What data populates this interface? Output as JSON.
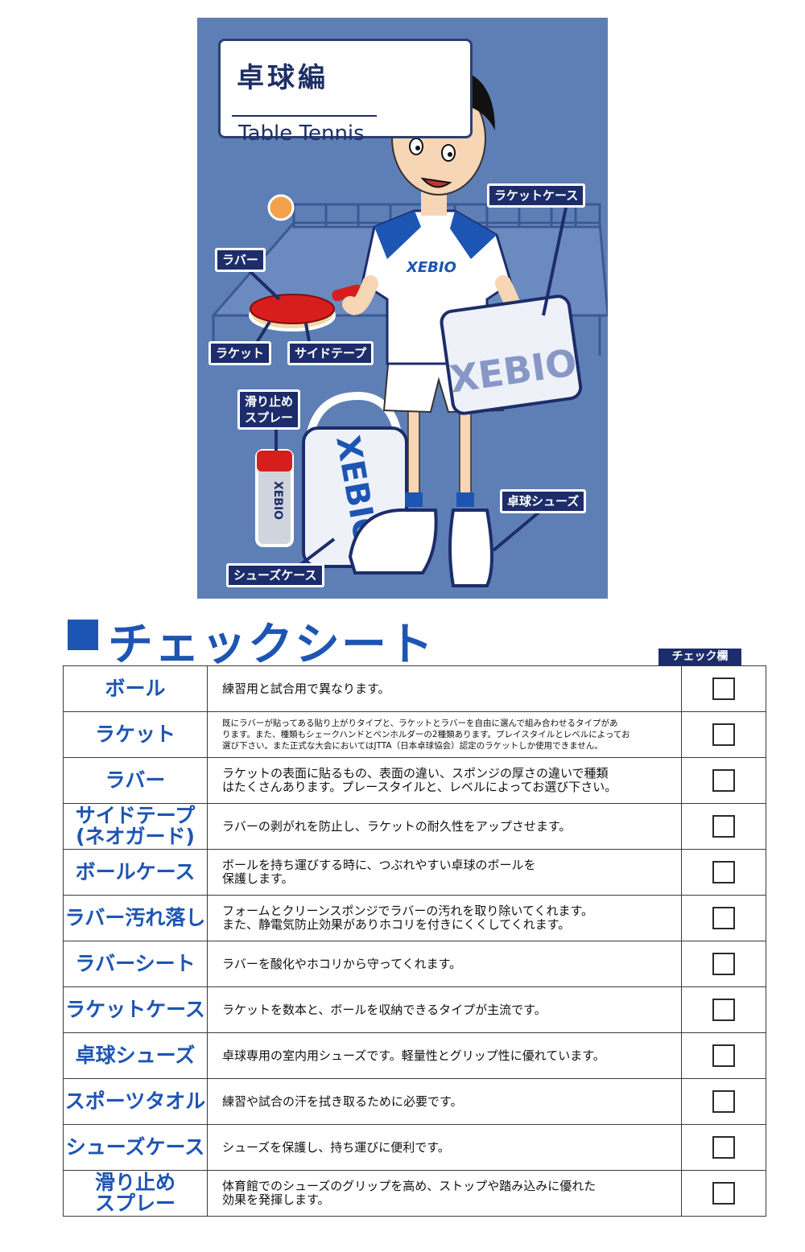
{
  "illustration": {
    "title_jp": "卓球編",
    "title_en": "Table Tennis",
    "shirt_logo": "XEBIO",
    "case_logo": "XEBIO",
    "bag_logo": "XEBIO",
    "spray_logo": "XEBIO",
    "callouts": {
      "racket_case": "ラケットケース",
      "rubber": "ラバー",
      "racket": "ラケット",
      "side_tape": "サイドテープ",
      "slip_spray_1": "滑り止め",
      "slip_spray_2": "スプレー",
      "shoes": "卓球シューズ",
      "shoe_case": "シューズケース"
    }
  },
  "checksheet": {
    "heading": "チェックシート",
    "check_column": "チェック欄",
    "rows": [
      {
        "name": [
          "ボール"
        ],
        "desc": [
          "練習用と試合用で異なります。"
        ],
        "small": false
      },
      {
        "name": [
          "ラケット"
        ],
        "desc": [
          "既にラバーが貼ってある貼り上がりタイプと、ラケットとラバーを自由に選んで組み合わせるタイプがあ",
          "ります。また、種類もシェークハンドとペンホルダーの2種類あります。プレイスタイルとレベルによってお",
          "選び下さい。また正式な大会においてはJTTA（日本卓球協会）認定のラケットしか使用できません。"
        ],
        "small": true
      },
      {
        "name": [
          "ラバー"
        ],
        "desc": [
          "ラケットの表面に貼るもの、表面の違い、スポンジの厚さの違いで種類",
          "はたくさんあります。プレースタイルと、レベルによってお選び下さい。"
        ],
        "small": false
      },
      {
        "name": [
          "サイドテープ",
          "(ネオガード)"
        ],
        "desc": [
          "ラバーの剥がれを防止し、ラケットの耐久性をアップさせます。"
        ],
        "small": false
      },
      {
        "name": [
          "ボールケース"
        ],
        "desc": [
          "ボールを持ち運びする時に、つぶれやすい卓球のボールを",
          "保護します。"
        ],
        "small": false
      },
      {
        "name": [
          "ラバー汚れ落し"
        ],
        "desc": [
          "フォームとクリーンスポンジでラバーの汚れを取り除いてくれます。",
          "また、静電気防止効果がありホコリを付きにくくしてくれます。"
        ],
        "small": false
      },
      {
        "name": [
          "ラバーシート"
        ],
        "desc": [
          "ラバーを酸化やホコリから守ってくれます。"
        ],
        "small": false
      },
      {
        "name": [
          "ラケットケース"
        ],
        "desc": [
          "ラケットを数本と、ボールを収納できるタイプが主流です。"
        ],
        "small": false
      },
      {
        "name": [
          "卓球シューズ"
        ],
        "desc": [
          "卓球専用の室内用シューズです。軽量性とグリップ性に優れています。"
        ],
        "small": false
      },
      {
        "name": [
          "スポーツタオル"
        ],
        "desc": [
          "練習や試合の汗を拭き取るために必要です。"
        ],
        "small": false
      },
      {
        "name": [
          "シューズケース"
        ],
        "desc": [
          "シューズを保護し、持ち運びに便利です。"
        ],
        "small": false
      },
      {
        "name": [
          "滑り止め",
          "スプレー"
        ],
        "desc": [
          "体育館でのシューズのグリップを高め、ストップや踏み込みに優れた",
          "効果を発揮します。"
        ],
        "small": false
      }
    ]
  },
  "colors": {
    "panel_bg": "#5e7fb6",
    "label_bg": "#1d2d6b",
    "heading_blue": "#1d55b4"
  }
}
